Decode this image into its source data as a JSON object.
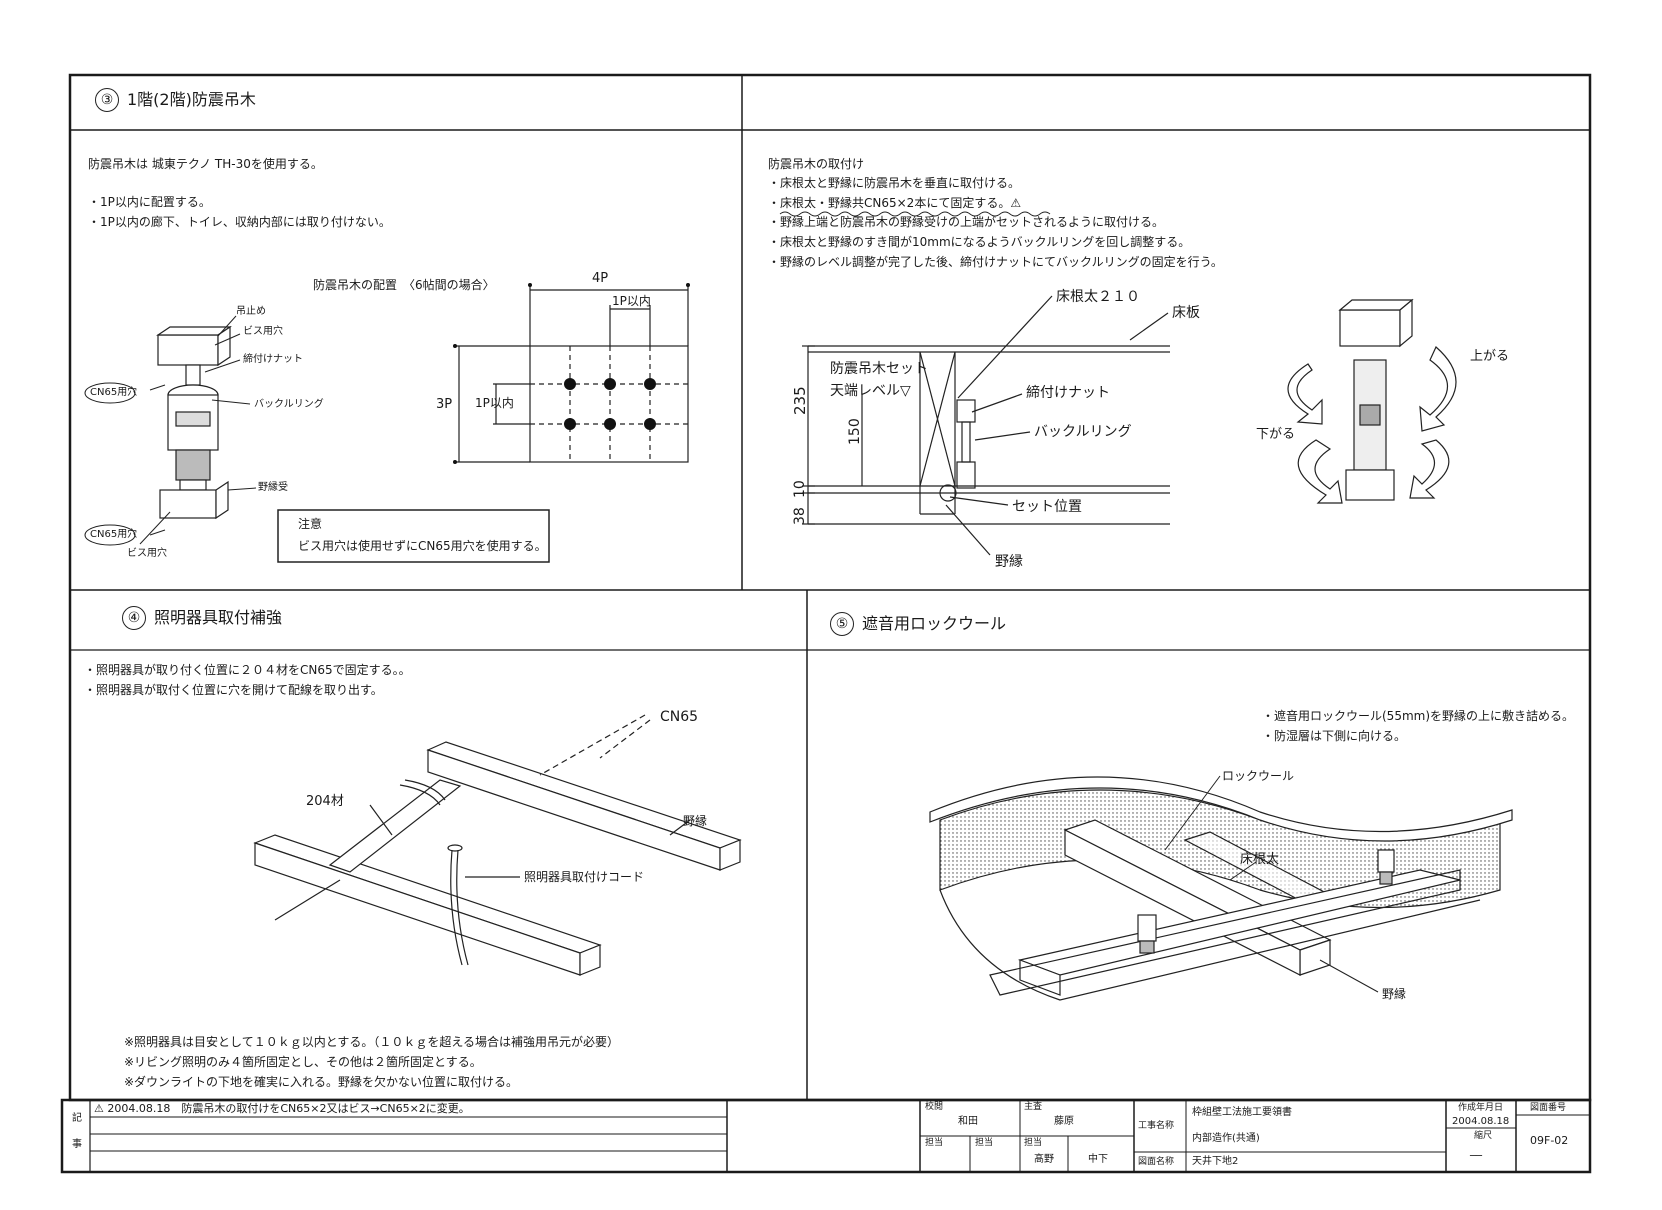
{
  "sec3": {
    "num": "③",
    "title": "1階(2階)防震吊木",
    "intro": "防震吊木は 城東テクノ TH-30を使用する。",
    "bullets": [
      "・1P以内に配置する。",
      "・1P以内の廊下、トイレ、収納内部には取り付けない。"
    ],
    "layout_title": "防震吊木の配置　〈6帖間の場合〉",
    "dim_4p": "4P",
    "dim_1p_top": "1P以内",
    "dim_3p": "3P",
    "dim_1p_side": "1P以内",
    "part_labels": [
      "吊止め",
      "ビス用穴",
      "締付けナット",
      "バックルリング",
      "野縁受",
      "ビス用穴"
    ],
    "cn65_labels": [
      "CN65用穴",
      "CN65用穴"
    ],
    "note_title": "注意",
    "note_body": "ビス用穴は使用せずにCN65用穴を使用する。"
  },
  "install": {
    "title": "防震吊木の取付け",
    "bullets": [
      "・床根太と野縁に防震吊木を垂直に取付ける。",
      "・床根太・野縁共CN65×2本にて固定する。⚠",
      "・野縁上端と防震吊木の野縁受けの上端がセットされるように取付ける。",
      "・床根太と野縁のすき間が10mmになるようバックルリングを回し調整する。",
      "・野縁のレベル調整が完了した後、締付けナットにてバックルリングの固定を行う。"
    ],
    "labels": {
      "joist": "床根太２１０",
      "floorboard": "床板",
      "set_line1": "防震吊木セット",
      "set_line2": "天端レベル▽",
      "nut": "締付けナット",
      "buckle": "バックルリング",
      "set_pos": "セット位置",
      "batten": "野縁",
      "up": "上がる",
      "down": "下がる"
    },
    "dims": {
      "d235": "235",
      "d150": "150",
      "d10": "10",
      "d38": "38"
    }
  },
  "sec4": {
    "num": "④",
    "title": "照明器具取付補強",
    "bullets": [
      "・照明器具が取り付く位置に２０４材をCN65で固定する。。",
      "・照明器具が取付く位置に穴を開けて配線を取り出す。"
    ],
    "labels": {
      "cn65": "CN65",
      "lumber": "204材",
      "batten": "野縁",
      "cord": "照明器具取付けコード"
    },
    "notes": [
      "※照明器具は目安として１０ｋｇ以内とする。（１０ｋｇを超える場合は補強用吊元が必要）",
      "※リビング照明のみ４箇所固定とし、その他は２箇所固定とする。",
      "※ダウンライトの下地を確実に入れる。野縁を欠かない位置に取付ける。"
    ]
  },
  "sec5": {
    "num": "⑤",
    "title": "遮音用ロックウール",
    "bullets": [
      "・遮音用ロックウール(55mm)を野縁の上に敷き詰める。",
      "・防湿層は下側に向ける。"
    ],
    "labels": {
      "rockwool": "ロックウール",
      "joist": "床根太",
      "batten": "野縁"
    }
  },
  "titleblock": {
    "remarks_side": [
      "記",
      "事"
    ],
    "revision": "⚠ 2004.08.18　防震吊木の取付けをCN65×2又はビス→CN65×2に変更。",
    "checker_label": "校閲",
    "checker_name": "和田",
    "chief_label": "主査",
    "chief_name": "藤原",
    "charge_label1": "担当",
    "charge_label2": "担当",
    "charge_label3": "担当",
    "charge_name1": "髙野",
    "charge_name2": "中下",
    "project_label": "工事名称",
    "project_name": "枠組壁工法施工要領書",
    "project_sub": "内部造作(共通)",
    "drawing_label": "図面名称",
    "drawing_name": "天井下地2",
    "date_label": "作成年月日",
    "date": "2004.08.18",
    "scale_label": "縮尺",
    "scale": "──",
    "number_label": "図面番号",
    "number": "09F-02"
  }
}
